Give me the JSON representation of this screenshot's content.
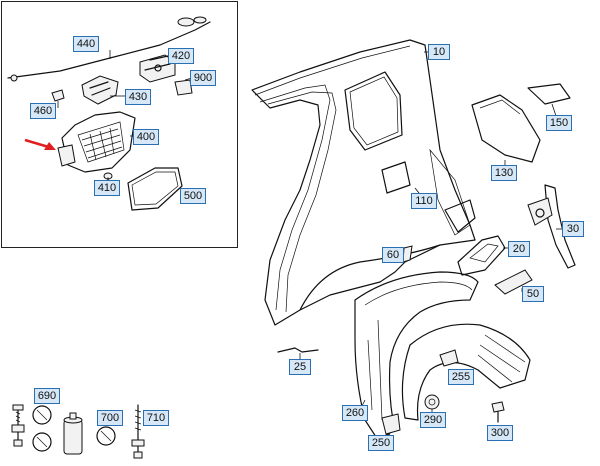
{
  "diagram": {
    "callouts": [
      "440",
      "420",
      "900",
      "460",
      "430",
      "400",
      "410",
      "500",
      "10",
      "150",
      "130",
      "110",
      "30",
      "20",
      "60",
      "50",
      "25",
      "255",
      "260",
      "290",
      "250",
      "300",
      "690",
      "700",
      "710"
    ],
    "pointer_arrow_color": "#e02020",
    "callout_fill": "#d6e8f7",
    "callout_border": "#2b6fb3"
  }
}
